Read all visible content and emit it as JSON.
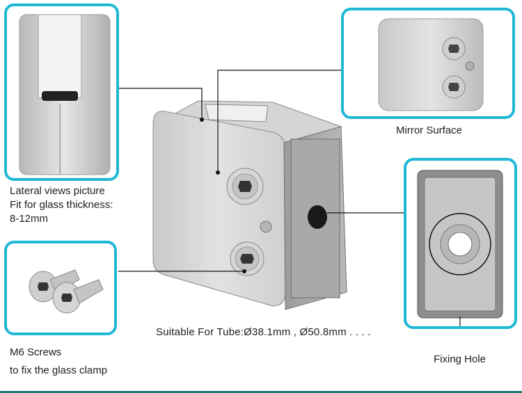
{
  "labels": {
    "lateral_line1": "Lateral views picture",
    "lateral_line2": "Fit for glass thickness:",
    "lateral_line3": "8-12mm",
    "mirror": "Mirror Surface",
    "fixing": "Fixing Hole",
    "screws_line1": "M6 Screws",
    "screws_line2": "to fix the glass clamp",
    "tube": "Suitable For Tube:Ø38.1mm , Ø50.8mm . . . ."
  },
  "colors": {
    "frame_accent": "#1fb8d6",
    "metal_light": "#d9d9d9",
    "metal_mid": "#bdbdbd",
    "metal_dark": "#8a8a8a",
    "bottom_bar": "#1a7a70"
  }
}
